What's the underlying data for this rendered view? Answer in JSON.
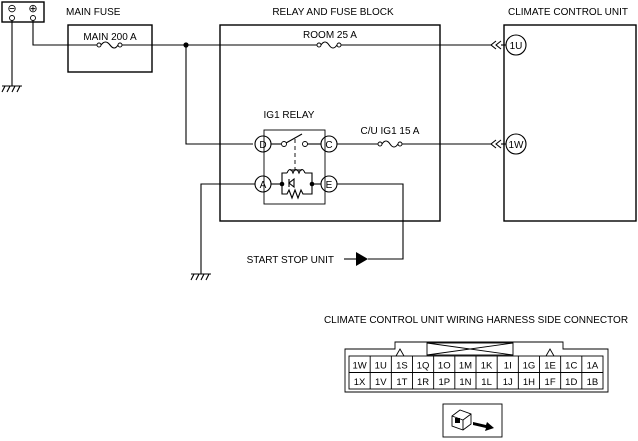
{
  "battery": {
    "neg": "⊖",
    "pos": "⊕"
  },
  "main_fuse": {
    "title": "MAIN FUSE",
    "rating": "MAIN 200 A"
  },
  "relay_block": {
    "title": "RELAY AND FUSE BLOCK",
    "room_fuse": "ROOM 25 A",
    "ig1_relay": "IG1 RELAY",
    "cu_fuse": "C/U IG1 15 A",
    "terminals": {
      "d": "D",
      "c": "C",
      "a": "A",
      "e": "E"
    }
  },
  "climate_unit": {
    "title": "CLIMATE CONTROL UNIT",
    "pin_1u": "1U",
    "pin_1w": "1W"
  },
  "start_stop": {
    "label": "START STOP UNIT"
  },
  "connector": {
    "title": "CLIMATE CONTROL UNIT WIRING HARNESS SIDE CONNECTOR",
    "row1": [
      "1W",
      "1U",
      "1S",
      "1Q",
      "1O",
      "1M",
      "1K",
      "1I",
      "1G",
      "1E",
      "1C",
      "1A"
    ],
    "row2": [
      "1X",
      "1V",
      "1T",
      "1R",
      "1P",
      "1N",
      "1L",
      "1J",
      "1H",
      "1F",
      "1D",
      "1B"
    ]
  }
}
